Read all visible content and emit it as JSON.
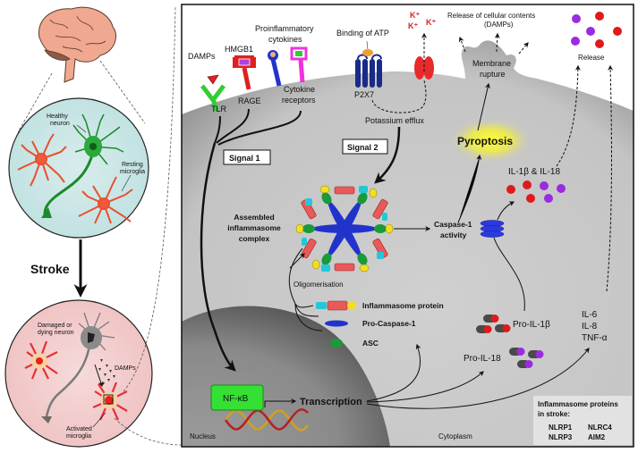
{
  "left_panel": {
    "healthy_neuron": "Healthy",
    "healthy_neuron_2": "neuron",
    "resting_microglia": "Resting",
    "resting_microglia_2": "microglia",
    "stroke": "Stroke",
    "damaged_neuron": "Damaged or",
    "damaged_neuron_2": "dying neuron",
    "damps": "DAMPs",
    "activated_microglia": "Activated",
    "activated_microglia_2": "microglia"
  },
  "receptors": {
    "damps": "DAMPs",
    "hmgb1": "HMGB1",
    "proinflammatory": "Proinflammatory",
    "cytokines": "cytokines",
    "tlr": "TLR",
    "rage": "RAGE",
    "cytokine": "Cytokine",
    "receptors": "receptors",
    "binding_atp": "Binding of ATP",
    "p2x7": "P2X7",
    "k_ion": "K⁺",
    "potassium_efflux": "Potassium efflux"
  },
  "signals": {
    "signal1": "Signal 1",
    "signal2": "Signal 2"
  },
  "top_right": {
    "release_contents": "Release of cellular contents",
    "damps": "(DAMPs)",
    "membrane": "Membrane",
    "rupture": "rupture",
    "release": "Release"
  },
  "main": {
    "pyroptosis": "Pyroptosis",
    "il_pair": "IL-1β & IL-18",
    "assembled": "Assembled",
    "inflammasome": "inflammasome",
    "complex": "complex",
    "caspase": "Caspase-1",
    "activity": "activity",
    "oligomerisation": "Oligomerisation",
    "legend_inflammasome": "Inflammasome protein",
    "legend_procaspase": "Pro-Caspase-1",
    "legend_asc": "ASC",
    "pro_il1b": "Pro-IL-1β",
    "pro_il18": "Pro-IL-18",
    "il6": "IL-6",
    "il8": "IL-8",
    "tnf": "TNF-α",
    "nfkb": "NF-κB",
    "transcription": "Transcription",
    "nucleus": "Nucleus",
    "cytoplasm": "Cytoplasm"
  },
  "info_box": {
    "title": "Inflammasome proteins",
    "title2": "in stroke:",
    "items": [
      "NLRP1",
      "NLRC4",
      "NLRP3",
      "AIM2"
    ]
  },
  "colors": {
    "cytoplasm": "#c8c8c8",
    "nucleus": "#8a8a8a",
    "pyroptosis_glow": "#f5f000",
    "il1b": "#e01a1a",
    "il18": "#9a2be0",
    "nfkb": "#33e033",
    "procaspase": "#2233cc",
    "asc": "#1a9a3a",
    "inflammasome": "#e85a5a",
    "card": "#22c8d8",
    "pyrin": "#f0e020"
  }
}
